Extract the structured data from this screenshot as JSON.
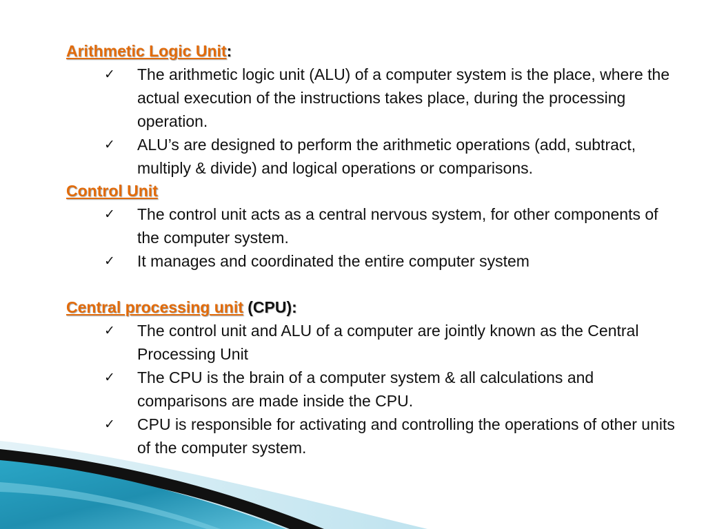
{
  "sections": [
    {
      "heading": "Arithmetic Logic Unit",
      "heading_suffix": ":",
      "items": [
        "The arithmetic logic unit (ALU) of a computer system is the place, where the actual execution of the instructions takes place, during the processing operation.",
        "ALU’s are designed to perform the arithmetic operations (add, subtract, multiply & divide) and logical operations or comparisons."
      ]
    },
    {
      "heading": "Control Unit",
      "heading_suffix": "",
      "items": [
        "The control unit acts as a central nervous system, for other components of the computer system.",
        "It manages and coordinated the entire computer system"
      ]
    },
    {
      "heading": "Central processing unit",
      "heading_suffix": " (CPU):",
      "items": [
        "The control unit and ALU of a computer are jointly known as the Central Processing Unit",
        "The CPU is the brain of a computer system & all calculations and comparisons are made inside the CPU.",
        "CPU is responsible for activating and controlling the operations of other units of the computer system."
      ]
    }
  ],
  "bullet_icon": "check-mark-icon",
  "colors": {
    "heading_accent": "#e26b0a",
    "text": "#111111",
    "wave_teal": "#1f8fb0",
    "wave_light": "#bfe3ef"
  }
}
